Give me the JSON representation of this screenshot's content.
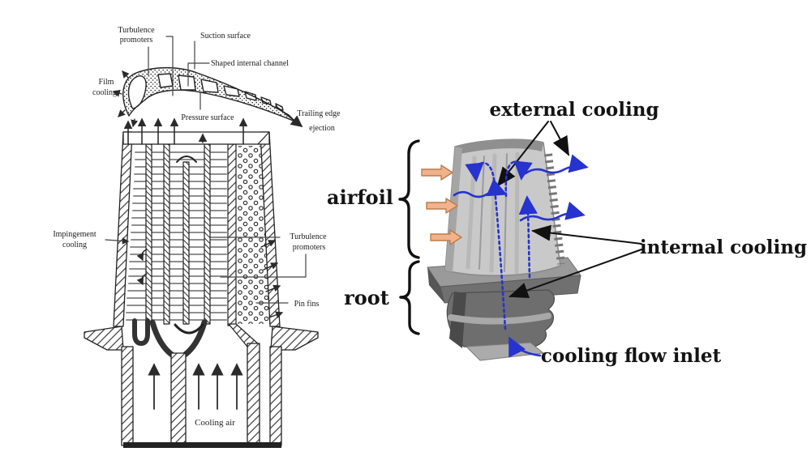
{
  "figure": {
    "background": "#ffffff"
  },
  "colors": {
    "line": "#2b2b2b",
    "rib_gray": "#8f8f8f",
    "flow_orange": "#f1b28c",
    "orange_outline": "#bb7c4c",
    "flow_blue": "#2633cf",
    "blade_light": "#c9c9c9",
    "blade_mid": "#a0a0a0",
    "blade_dark": "#6b6b6b",
    "root_dark": "#585858",
    "text": "#1b1b1b"
  },
  "left_diagram": {
    "labels": {
      "turbulence_promoters_top_1": "Turbulence",
      "turbulence_promoters_top_2": "promoters",
      "suction_surface": "Suction surface",
      "shaped_internal_channel": "Shaped internal channel",
      "film_cooling_1": "Film",
      "film_cooling_2": "cooling",
      "pressure_surface": "Pressure surface",
      "trailing_edge_1": "Trailing edge",
      "trailing_edge_2": "ejection",
      "impingement_1": "Impingement",
      "impingement_2": "cooling",
      "turbulence_promoters_right_1": "Turbulence",
      "turbulence_promoters_right_2": "promoters",
      "pin_fins": "Pin fins",
      "cooling_air": "Cooling air"
    }
  },
  "right_diagram": {
    "labels": {
      "external_cooling": "external cooling",
      "airfoil": "airfoil",
      "root": "root",
      "internal_cooling": "internal cooling",
      "cooling_flow_inlet": "cooling flow inlet"
    }
  }
}
